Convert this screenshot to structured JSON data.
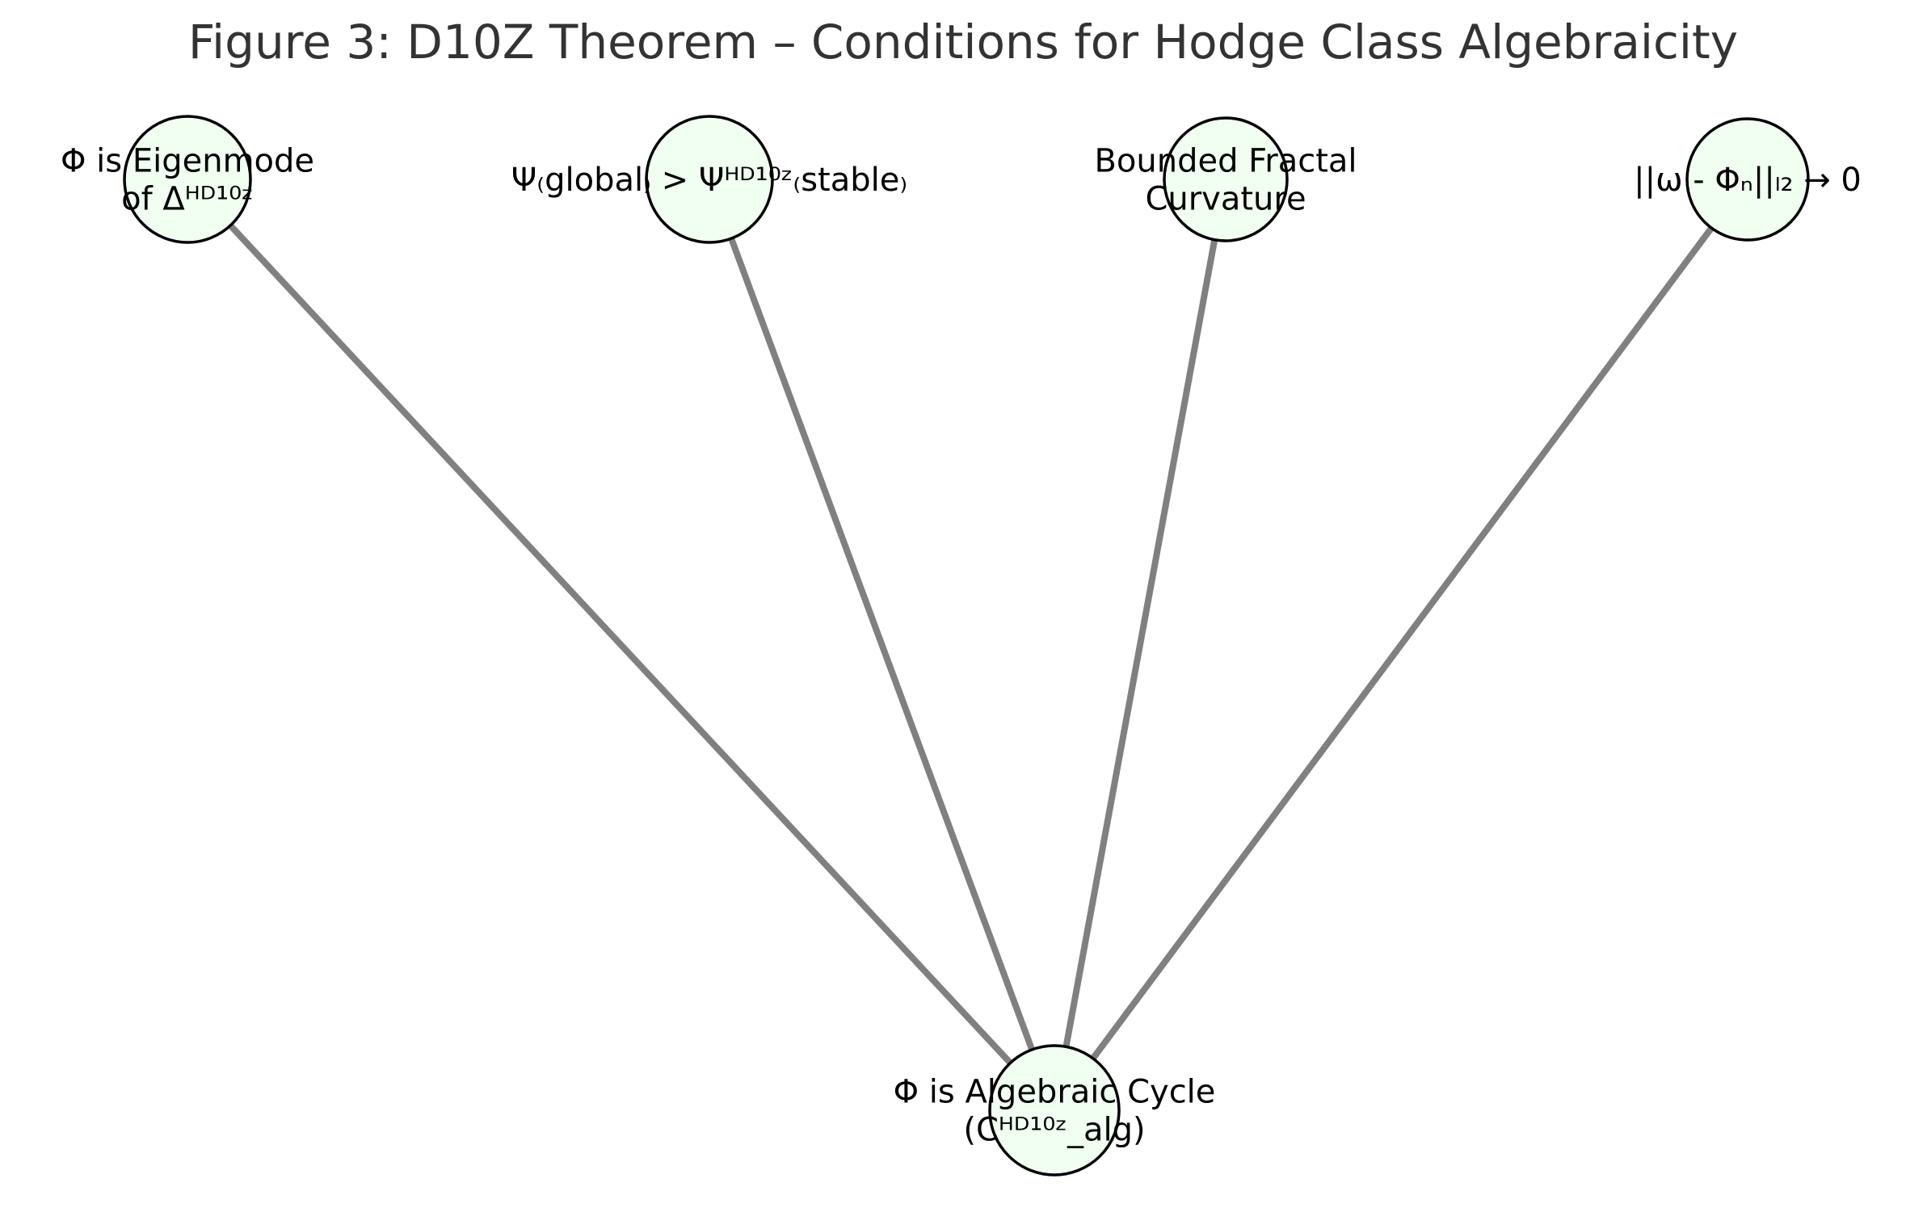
{
  "title": "Figure 3: D10Z Theorem – Conditions for Hodge Class Algebraicity",
  "colors": {
    "node_fill": "#f0fff0",
    "node_stroke": "#000000",
    "edge": "#808080",
    "title": "#333333"
  },
  "nodes": [
    {
      "id": "eigenmode",
      "lines": [
        "Φ is Eigenmode",
        "of Δᴴᴰ¹⁰ᶻ"
      ]
    },
    {
      "id": "psi-global",
      "lines": [
        "Ψ₍global₎ > Ψᴴᴰ¹⁰ᶻ₍stable₎"
      ]
    },
    {
      "id": "fractal-curvature",
      "lines": [
        "Bounded Fractal",
        "Curvature"
      ]
    },
    {
      "id": "norm-convergence",
      "lines": [
        "||ω - Φₙ||ₗ₂ → 0"
      ]
    },
    {
      "id": "algebraic-cycle",
      "lines": [
        "Φ is Algebraic Cycle",
        "(Cᴴᴰ¹⁰ᶻ_alg)"
      ]
    }
  ],
  "edges": [
    {
      "source": "eigenmode",
      "target": "algebraic-cycle"
    },
    {
      "source": "psi-global",
      "target": "algebraic-cycle"
    },
    {
      "source": "fractal-curvature",
      "target": "algebraic-cycle"
    },
    {
      "source": "norm-convergence",
      "target": "algebraic-cycle"
    }
  ]
}
